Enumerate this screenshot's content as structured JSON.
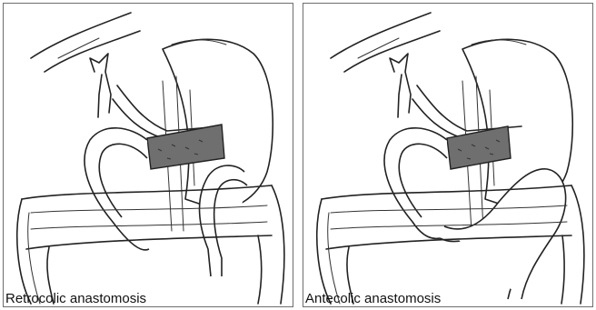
{
  "panels": [
    {
      "caption": "Retrocolic anastomosis",
      "type": "retrocolic"
    },
    {
      "caption": "Antecolic anastomosis",
      "type": "antecolic"
    }
  ],
  "colors": {
    "pancreas": "#6f6f6f",
    "ink": "#222222",
    "border": "#6e6e6e"
  }
}
